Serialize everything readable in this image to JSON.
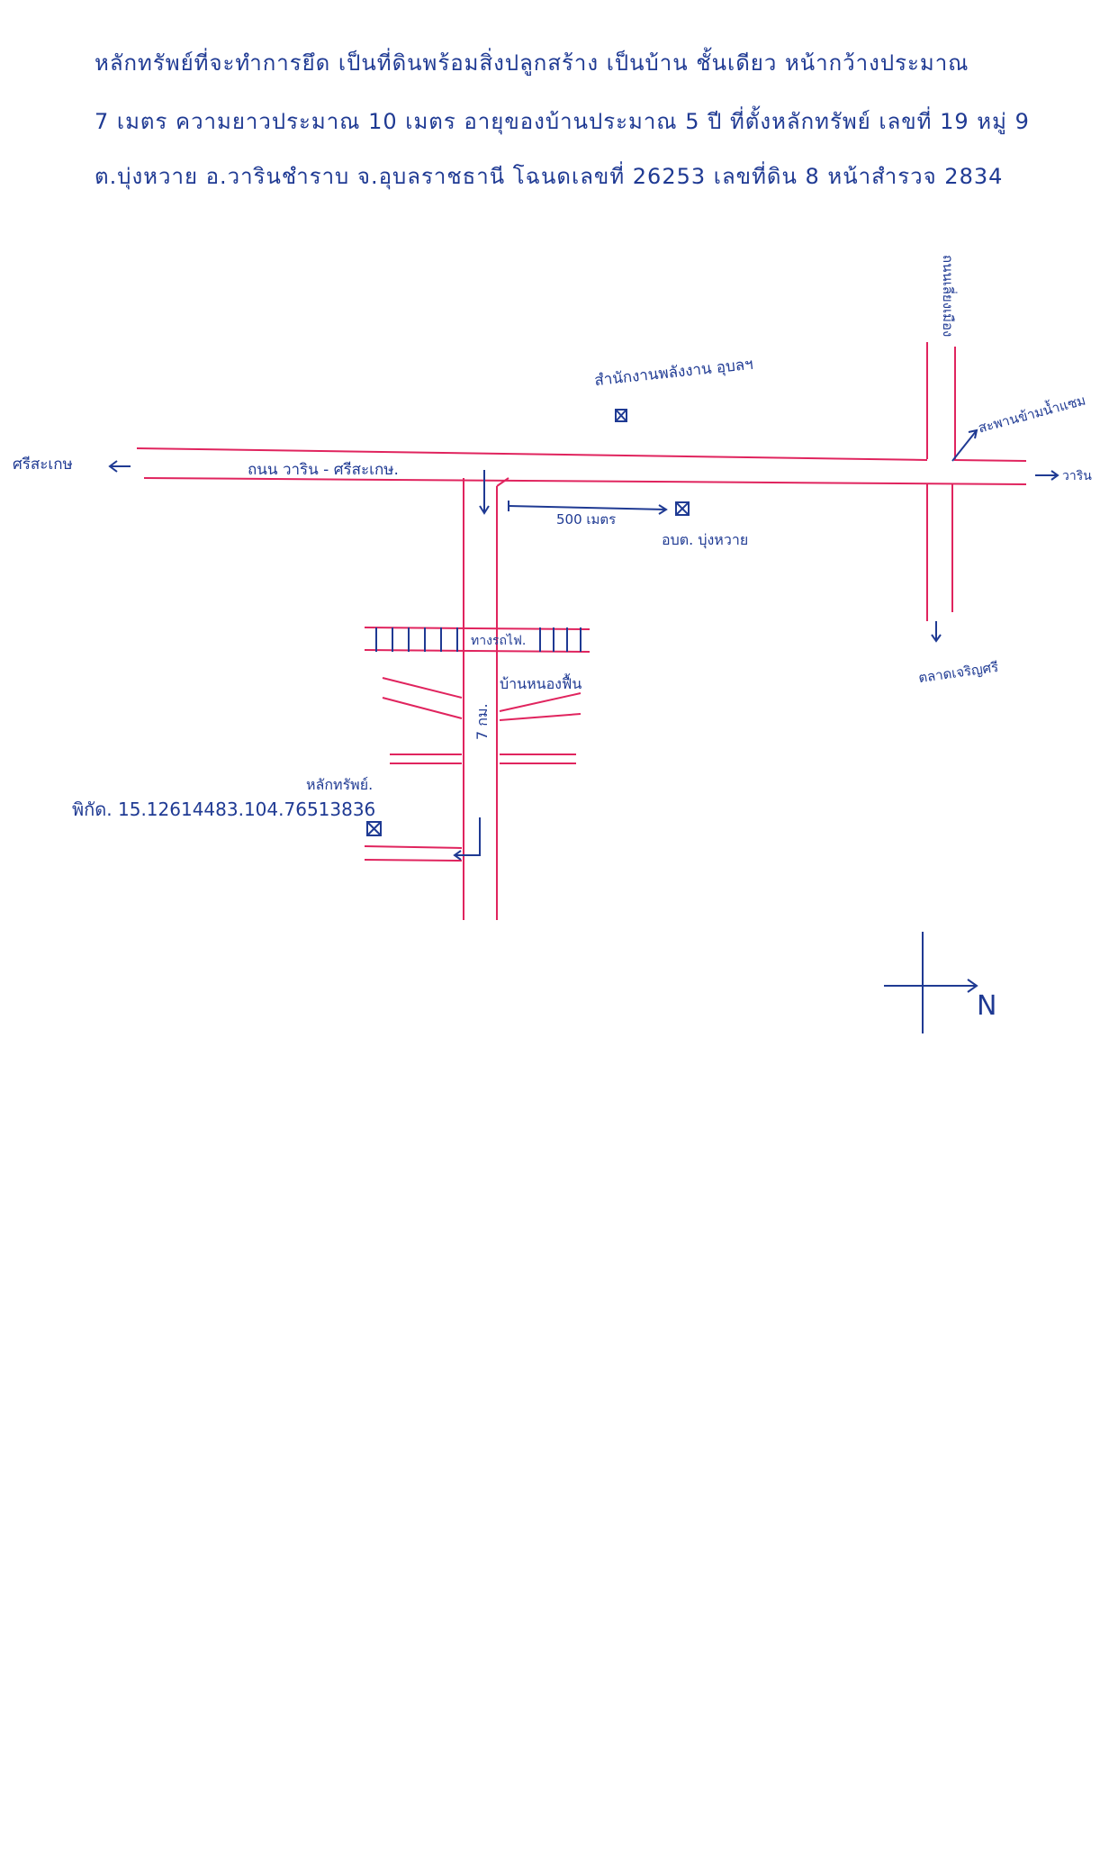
{
  "header": {
    "line1": "หลักทรัพย์ที่จะทำการยึด เป็นที่ดินพร้อมสิ่งปลูกสร้าง เป็นบ้าน ชั้นเดียว หน้ากว้างประมาณ",
    "line2": "7 เมตร ความยาวประมาณ 10 เมตร อายุของบ้านประมาณ 5 ปี ที่ตั้งหลักทรัพย์ เลขที่ 19 หมู่ 9",
    "line3": "ต.บุ่งหวาย อ.วารินชำราบ จ.อุบลราชธานี โฉนดเลขที่ 26253 เลขที่ดิน 8 หน้าสำรวจ 2834"
  },
  "map": {
    "labels": {
      "sisaket_left": "ศรีสะเกษ",
      "main_road": "ถนน วาริน - ศรีสะเกษ.",
      "warin_right": "วาริน",
      "office": "สำนักงานพลังงาน อุบลฯ",
      "vertical_road": "ถนนเลี่ยงเมือง",
      "bridge": "สะพานข้ามน้ำแซม",
      "distance": "500 เมตร",
      "sao": "อบต. บุ่งหวาย",
      "market": "ตลาดเจริญศรี",
      "railway": "ทางรถไฟ.",
      "village": "บ้านหนองฟื้น",
      "km": "7 กม.",
      "property": "หลักทรัพย์.",
      "coords": "พิกัด. 15.12614483.104.76513836",
      "north": "N"
    }
  },
  "colors": {
    "road": "#e0245e",
    "ink": "#1f3a93"
  }
}
